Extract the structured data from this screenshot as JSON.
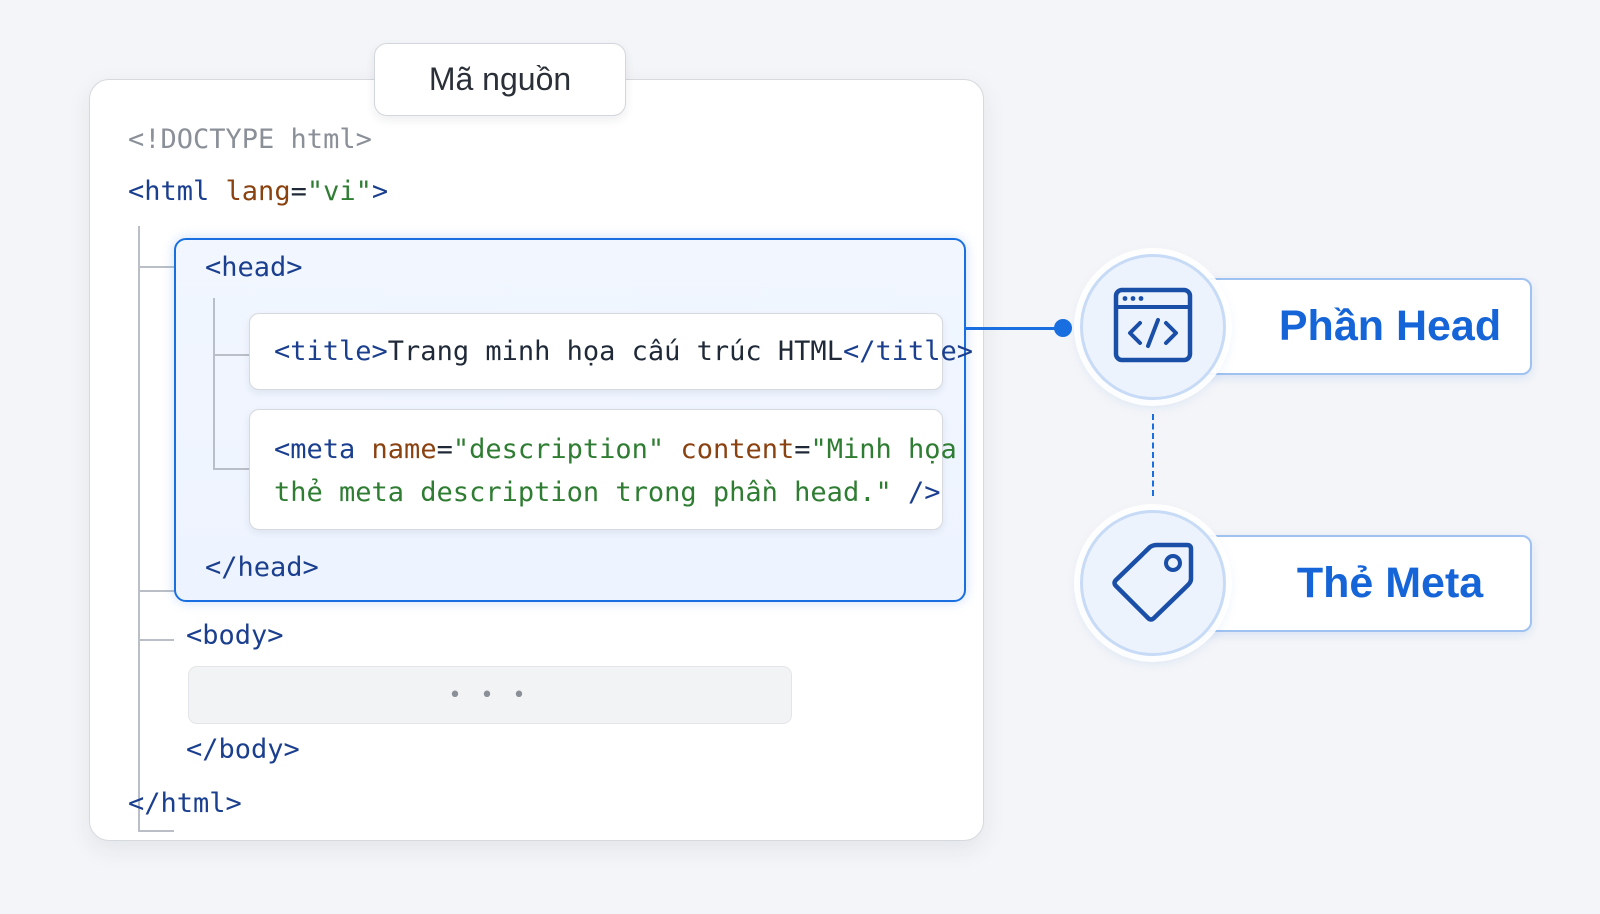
{
  "panel": {
    "title": "Mã nguồn"
  },
  "code": {
    "doctype": "<!DOCTYPE html>",
    "html_open": {
      "tag_start": "<html",
      "attr": "lang",
      "eq": "=",
      "value": "\"vi\"",
      "tag_end": ">"
    },
    "head_open": "<head>",
    "title_line": {
      "open": "<title>",
      "text": "Trang minh họa cấu trúc HTML",
      "close": "</title>"
    },
    "meta_line1": {
      "tag_start": "<meta ",
      "attr1": "name",
      "eq1": "=",
      "val1": "\"description\"",
      "space": " ",
      "attr2": "content",
      "eq2": "=",
      "val2": "\"Minh họa"
    },
    "meta_line2": {
      "val": "thẻ meta description trong phần head.\"",
      "close": " />"
    },
    "head_close": "</head>",
    "body_open": "<body>",
    "body_placeholder": "• • •",
    "body_close": "</body>",
    "html_close": "</html>"
  },
  "labels": {
    "head": "Phần Head",
    "meta": "Thẻ Meta"
  },
  "icons": {
    "head": "code-window-icon",
    "meta": "tag-icon"
  },
  "colors": {
    "accent": "#1a6fe0",
    "tag": "#1b3f8f",
    "attr": "#8a4210",
    "string": "#2e7d32"
  }
}
